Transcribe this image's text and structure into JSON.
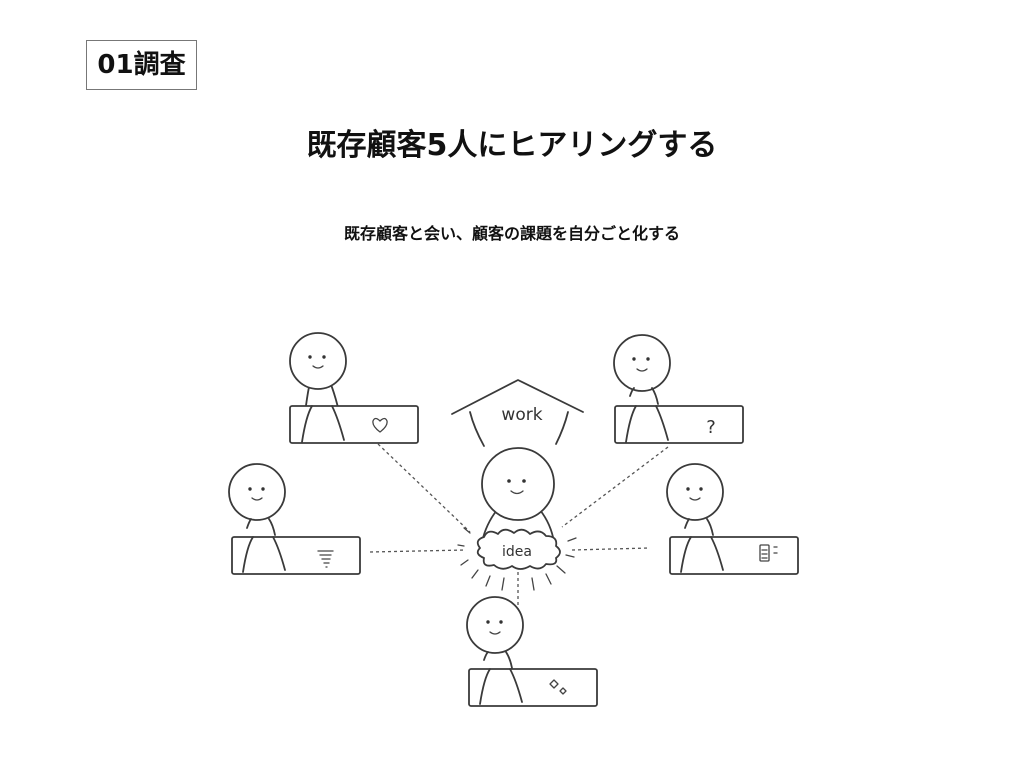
{
  "header": {
    "section_tag": "01調査"
  },
  "slide": {
    "title": "既存顧客5人にヒアリングする",
    "subtitle": "既存顧客と会い、顧客の課題を自分ごと化する"
  },
  "illustration": {
    "roof_label": "work",
    "cloud_label": "idea",
    "customer_icons": {
      "top_left": "heart-icon",
      "top_right": "question-mark-icon",
      "mid_left": "tornado-icon",
      "mid_right": "memo-icon",
      "bottom": "sparkle-icon"
    },
    "question_mark": "?"
  }
}
